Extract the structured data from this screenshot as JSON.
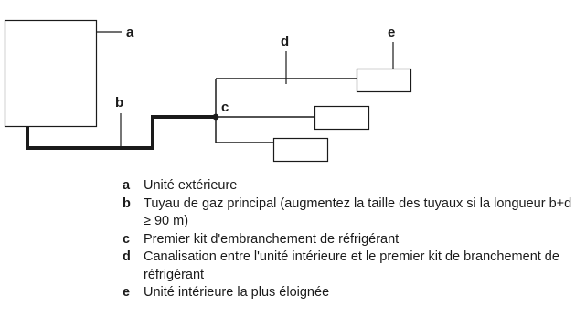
{
  "diagram": {
    "callouts": {
      "a": "a",
      "b": "b",
      "c": "c",
      "d": "d",
      "e": "e"
    }
  },
  "legend": [
    {
      "key": "a",
      "text": "Unité extérieure"
    },
    {
      "key": "b",
      "text": "Tuyau de gaz principal (augmentez la taille des tuyaux si la longueur b+d ≥ 90 m)"
    },
    {
      "key": "c",
      "text": "Premier kit d'embranchement de réfrigérant"
    },
    {
      "key": "d",
      "text": "Canalisation entre l'unité intérieure et le premier kit de branchement de réfrigérant"
    },
    {
      "key": "e",
      "text": "Unité intérieure la plus éloignée"
    }
  ]
}
